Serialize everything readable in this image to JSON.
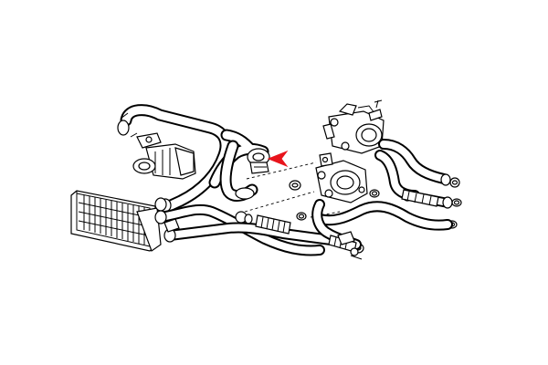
{
  "diagram": {
    "style": "exploded parts line drawing",
    "background_color": "#ffffff",
    "line_color": "#000000",
    "pointer_color": "#e8141c",
    "pointer_icon": "pointer-arrow-icon",
    "parts": [
      "upper-radiator-hose",
      "lower-radiator-hose",
      "heater-hose",
      "water-pump",
      "thermostat-housing",
      "expansion-tank-hose",
      "radiator",
      "hose-clamps"
    ]
  }
}
